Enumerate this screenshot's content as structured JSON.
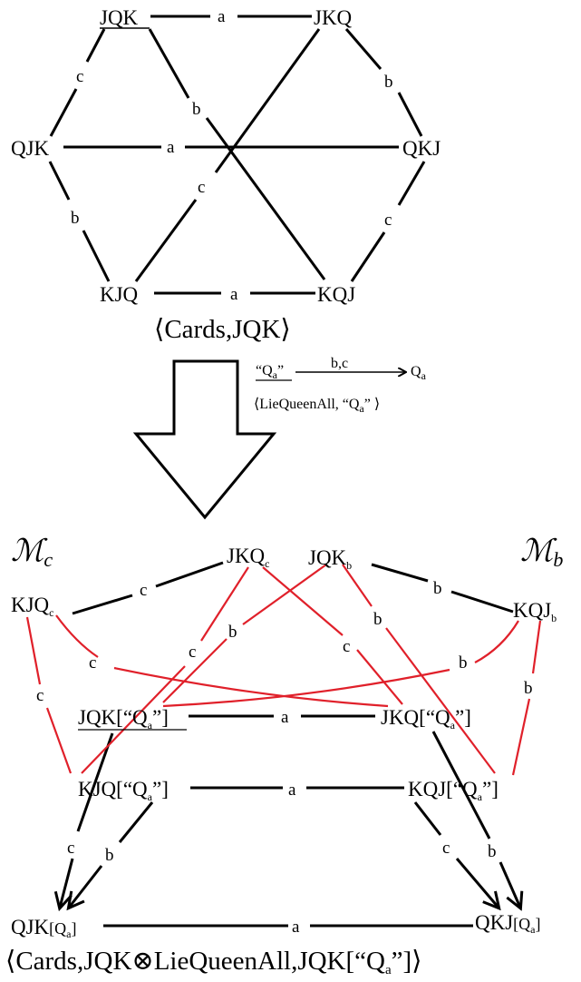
{
  "top": {
    "nodes": {
      "JQK": "JQK",
      "JKQ": "JKQ",
      "QJK": "QJK",
      "QKJ": "QKJ",
      "KJQ": "KJQ",
      "KQJ": "KQJ"
    },
    "edge_labels": {
      "a": "a",
      "b": "b",
      "c": "c"
    },
    "caption": "⟨Cards,JQK⟩"
  },
  "action": {
    "source": "“Qa”",
    "source_main": "“Q",
    "source_sub": "a",
    "source_close": "”",
    "arrow_label": "b,c",
    "target_main": "Q",
    "target_sub": "a",
    "caption_prefix": "⟨LieQueenAll, “Q",
    "caption_sub": "a",
    "caption_suffix": "” ⟩"
  },
  "bottom": {
    "model_c": "ℳ",
    "model_c_sub": "c",
    "model_b": "ℳ",
    "model_b_sub": "b",
    "nodes": {
      "JKQc": "JKQ",
      "JKQc_sub": "c",
      "JQKb": "JQK",
      "JQKb_sub": "b",
      "KJQc": "KJQ",
      "KJQc_sub": "c",
      "KQJb": "KQJ",
      "KQJb_sub": "b",
      "JQKQa": "JQK[“Q",
      "JQKQa_sub": "a",
      "JQKQa_end": "”]",
      "JKQQa": "JKQ[“Q",
      "JKQQa_sub": "a",
      "JKQQa_end": "”]",
      "KJQQa": "KJQ[“Q",
      "KJQQa_sub": "a",
      "KJQQa_end": "”]",
      "KQJQa": "KQJ[“Q",
      "KQJQa_sub": "a",
      "KQJQa_end": "”]",
      "QJK": "QJK",
      "QJK_br": "[Q",
      "QJK_sub": "a",
      "QJK_end": "]",
      "QKJ": "QKJ",
      "QKJ_br": "[Q",
      "QKJ_sub": "a",
      "QKJ_end": "]"
    },
    "caption": "⟨Cards,JQK⊗LieQueenAll,JQK[“Q",
    "caption_sub": "a",
    "caption_end": "”]⟩"
  }
}
